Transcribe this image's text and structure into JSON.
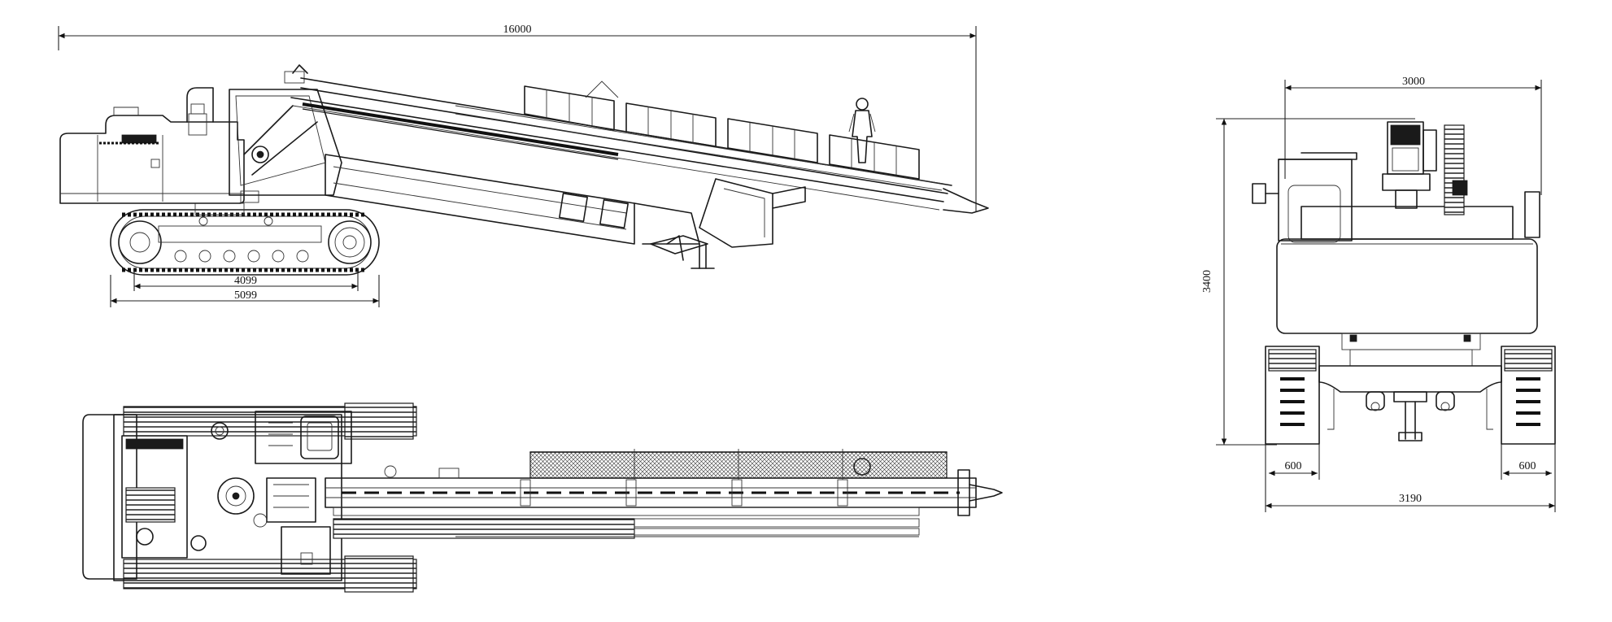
{
  "dimensions": {
    "side_total_length": "16000",
    "side_track_inner": "4099",
    "side_track_outer": "5099",
    "front_top_width": "3000",
    "front_height": "3400",
    "front_track_left": "600",
    "front_track_right": "600",
    "front_overall_width": "3190"
  }
}
